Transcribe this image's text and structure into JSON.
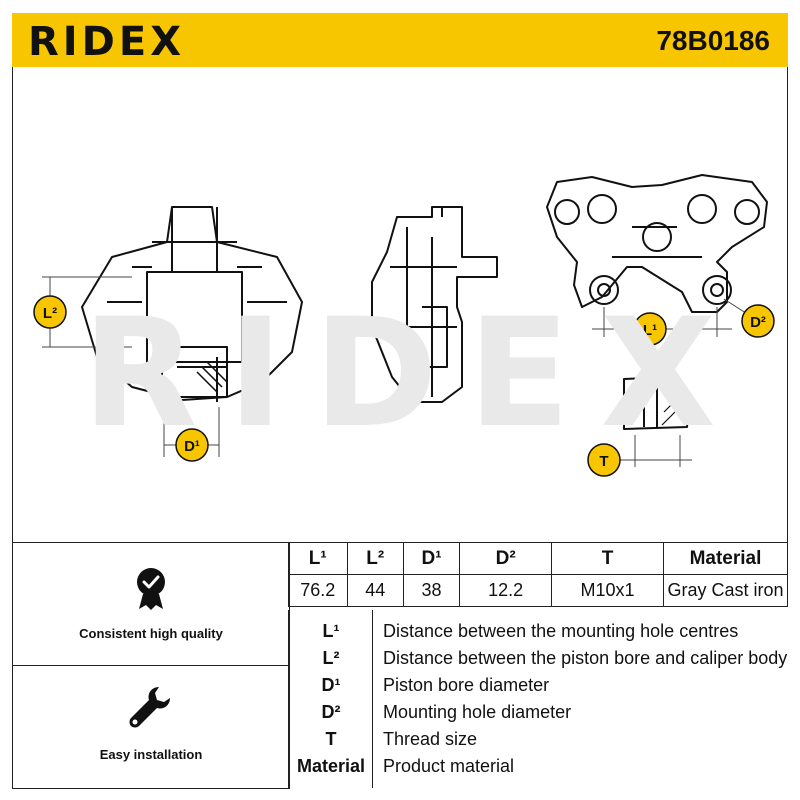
{
  "header": {
    "brand": "RIDEX",
    "part_number": "78B0186",
    "background_color": "#f7c600"
  },
  "drawing": {
    "watermark": "RIDEX",
    "callouts": {
      "l2": "L²",
      "d1": "D¹",
      "l1": "L¹",
      "d2": "D²",
      "t": "T"
    }
  },
  "features": [
    {
      "label": "Consistent high quality",
      "icon": "quality-badge-icon"
    },
    {
      "label": "Easy installation",
      "icon": "wrench-icon"
    }
  ],
  "dimensions": {
    "headers": [
      "L¹",
      "L²",
      "D¹",
      "D²",
      "T",
      "Material"
    ],
    "values": [
      "76.2",
      "44",
      "38",
      "12.2",
      "M10x1",
      "Gray Cast iron"
    ]
  },
  "legend": [
    {
      "key": "L¹",
      "desc": "Distance between the mounting hole centres"
    },
    {
      "key": "L²",
      "desc": "Distance between the piston bore and caliper body"
    },
    {
      "key": "D¹",
      "desc": "Piston bore diameter"
    },
    {
      "key": "D²",
      "desc": "Mounting hole diameter"
    },
    {
      "key": "T",
      "desc": "Thread size"
    },
    {
      "key": "Material",
      "desc": "Product material"
    }
  ]
}
